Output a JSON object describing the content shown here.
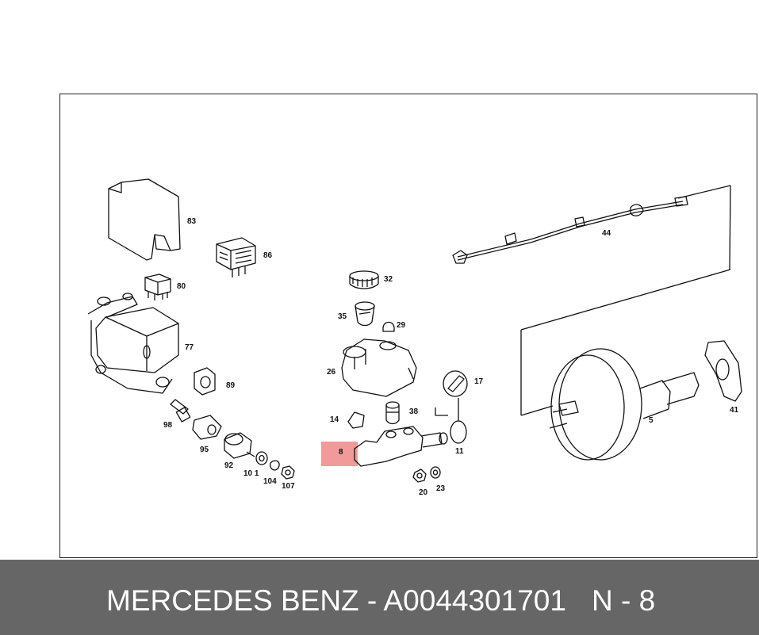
{
  "diagram": {
    "highlighted_part": "8",
    "labels": {
      "p83": "83",
      "p86": "86",
      "p80": "80",
      "p77": "77",
      "p89": "89",
      "p98": "98",
      "p95": "95",
      "p92": "92",
      "p101": "10 1",
      "p104": "104",
      "p107": "107",
      "p32": "32",
      "p35": "35",
      "p29": "29",
      "p26": "26",
      "p14": "14",
      "p38": "38",
      "p17": "17",
      "p11": "11",
      "p8": "8",
      "p20": "20",
      "p23": "23",
      "p44": "44",
      "p5": "5",
      "p41": "41"
    }
  },
  "footer": {
    "brand_part": "MERCEDES BENZ - A0044301701",
    "ref": "N - 8"
  },
  "colors": {
    "highlight": "#f29a9a",
    "footer_bg": "#666666",
    "footer_text": "#ffffff"
  }
}
